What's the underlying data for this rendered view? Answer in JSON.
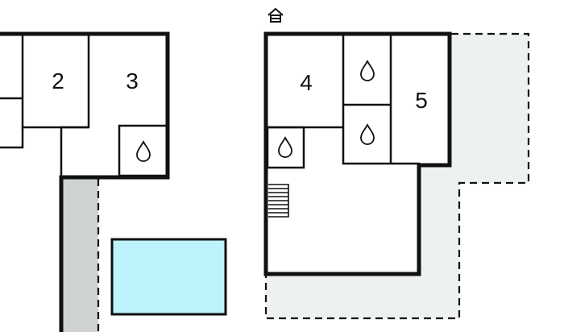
{
  "rooms": [
    {
      "id": "room-2",
      "label": "2"
    },
    {
      "id": "room-3",
      "label": "3"
    },
    {
      "id": "room-4",
      "label": "4"
    },
    {
      "id": "room-5",
      "label": "5"
    }
  ],
  "icons": {
    "house": "house-icon",
    "water": "water-drop-icon",
    "stairs": "stairs-icon"
  },
  "colors": {
    "wall": "#111111",
    "pool": "#bdf3fb",
    "terrace": "#eef1f1",
    "path": "#d0d3d3",
    "background": "#ffffff"
  }
}
